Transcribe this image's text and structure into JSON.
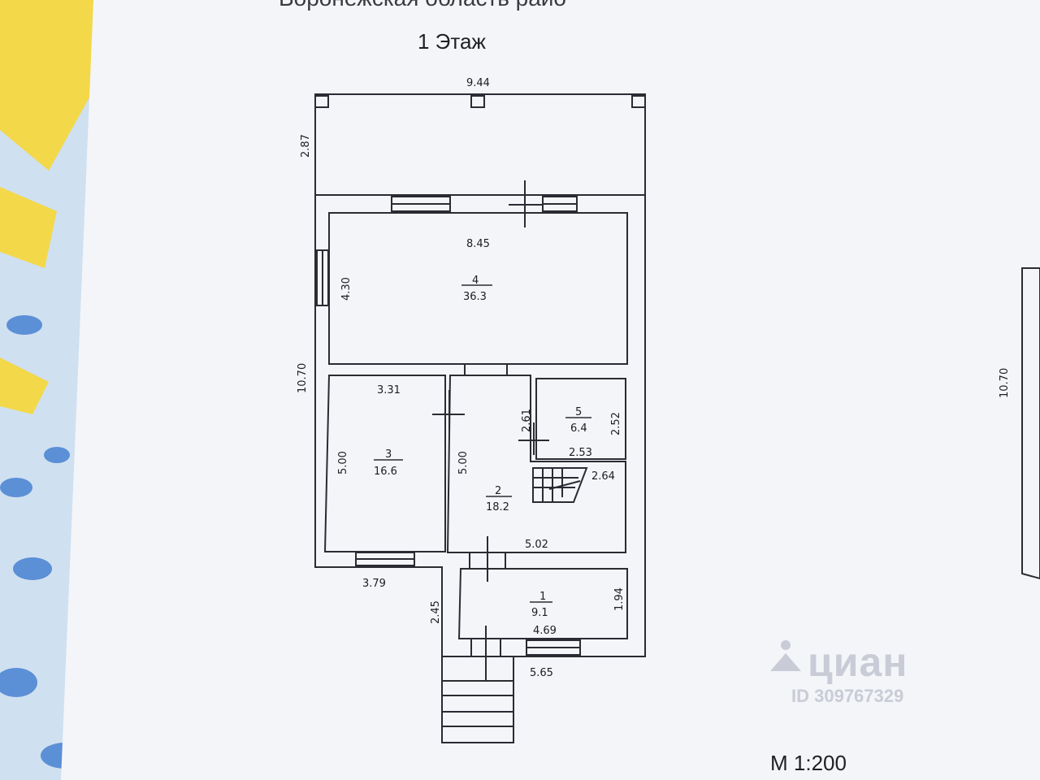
{
  "header": {
    "title": "Воронежская область райо",
    "floor": "1 Этаж"
  },
  "scale": "М 1:200",
  "watermark": {
    "brand": "циан",
    "id": "ID 309767329"
  },
  "outer_dimensions": {
    "top_width": "9.44",
    "terrace_depth": "2.87",
    "left_height": "10.70",
    "right_edge_height": "10.70",
    "bottom_left": "3.79",
    "porch_depth": "2.45",
    "bottom_right": "5.65"
  },
  "rooms": [
    {
      "number": "4",
      "area": "36.3",
      "width": "8.45",
      "height": "4.30"
    },
    {
      "number": "3",
      "area": "16.6",
      "width": "3.31",
      "height": "5.00"
    },
    {
      "number": "2",
      "area": "18.2",
      "width": "5.02",
      "height": "5.00"
    },
    {
      "number": "5",
      "area": "6.4",
      "width": "2.53",
      "height": "2.52"
    },
    {
      "number": "1",
      "area": "9.1",
      "width": "4.69",
      "height": "1.94"
    }
  ],
  "interior_dimensions": {
    "hall_partition": "2.61",
    "stair_width": "2.64"
  },
  "colors": {
    "paper": "#f4f5f9",
    "line": "#2b2b33",
    "background_yellow": "#f3d84a",
    "background_blue": "#5b8fd6"
  }
}
